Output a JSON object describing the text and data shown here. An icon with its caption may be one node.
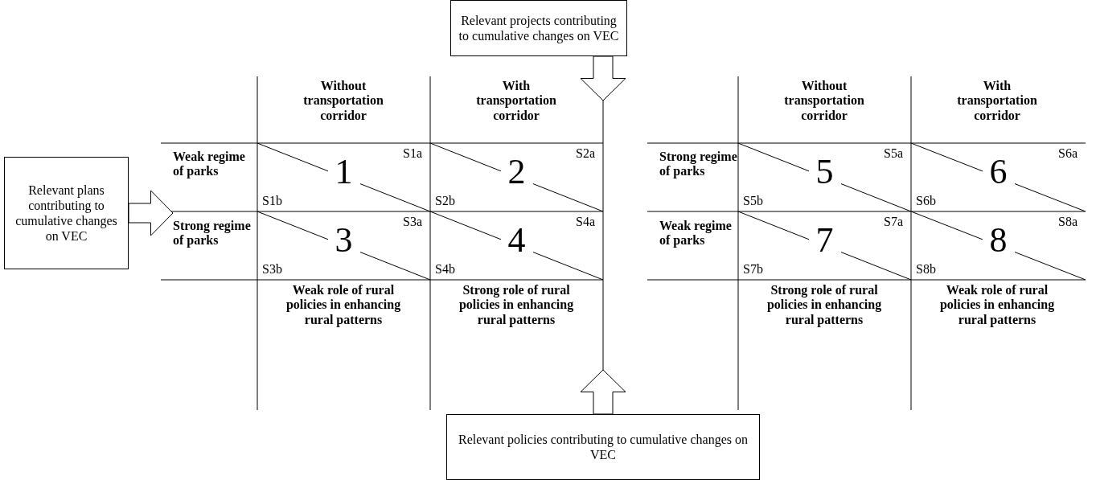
{
  "diagram": {
    "nodes": [
      {
        "text": [
          "Relevant projects contributing to cumulative changes on VEC"
        ]
      },
      {
        "text": [
          "Relevant plans contributing to cumulative changes on VEC"
        ]
      },
      {
        "text": [
          "Relevant policies contributing to cumulative changes on VEC"
        ]
      },
      {
        "text": [
          "S1a",
          "1",
          "S1b"
        ]
      },
      {
        "text": [
          "S2a",
          "2",
          "S2b"
        ]
      },
      {
        "text": [
          "S3a",
          "3",
          "S3b"
        ]
      },
      {
        "text": [
          "S4a",
          "4",
          "S4b"
        ]
      },
      {
        "text": [
          "S5a",
          "5",
          "S5b"
        ]
      },
      {
        "text": [
          "S6a",
          "6",
          "S6b"
        ]
      },
      {
        "text": [
          "S7a",
          "7",
          "S7b"
        ]
      },
      {
        "text": [
          "S8a",
          "8",
          "S8b"
        ]
      }
    ],
    "edges": [
      {
        "from": 0,
        "to": null,
        "arrow": "to"
      },
      {
        "from": 1,
        "to": null,
        "arrow": "to"
      },
      {
        "from": 2,
        "to": null,
        "arrow": "to"
      }
    ],
    "labels": [
      "Without transportation corridor",
      "With transportation corridor",
      "Without transportation corridor",
      "With transportation corridor",
      "Weak regime of parks",
      "Strong regime of parks",
      "Strong regime of parks",
      "Weak regime of parks",
      "Weak role of rural policies in enhancing rural patterns",
      "Strong role of rural policies in enhancing rural patterns",
      "Strong role of rural policies in enhancing rural patterns",
      "Weak role of rural policies in enhancing rural patterns"
    ]
  }
}
